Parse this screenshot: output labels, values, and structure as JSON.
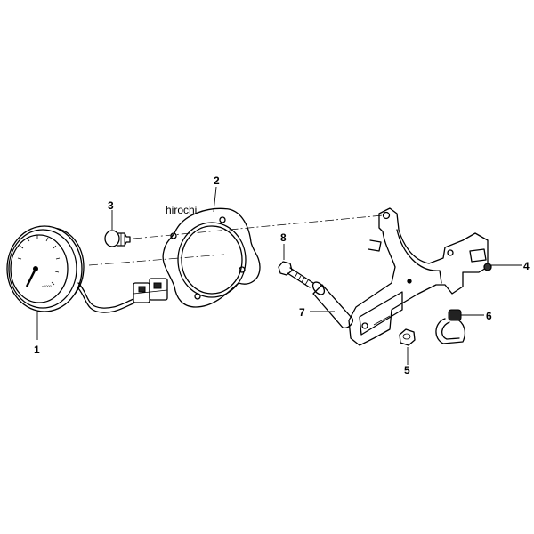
{
  "watermark": "hirochi",
  "callouts": {
    "c1": "1",
    "c2": "2",
    "c3": "3",
    "c4": "4",
    "c5": "5",
    "c6": "6",
    "c7": "7",
    "c8": "8"
  }
}
